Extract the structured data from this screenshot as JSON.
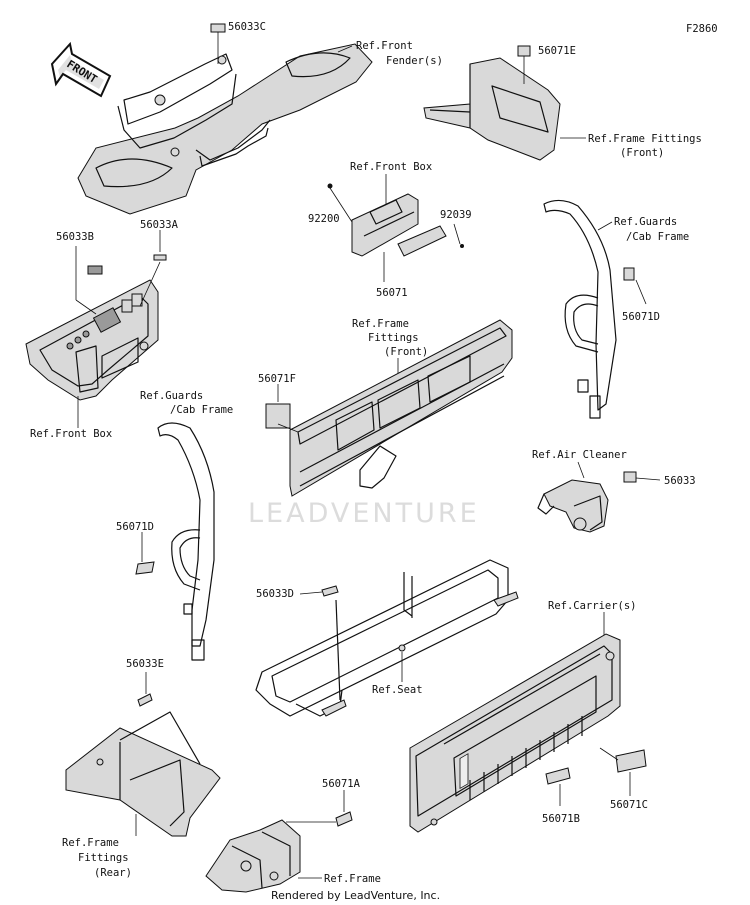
{
  "figure_code": "F2860",
  "front_arrow_text": "FRONT",
  "watermark": "LEADVENTURE",
  "footer": "Rendered by LeadVenture, Inc.",
  "labels": {
    "l_56033C": "56033C",
    "l_ref_front_fender_1": "Ref.Front",
    "l_ref_front_fender_2": "Fender(s)",
    "l_56071E": "56071E",
    "l_ref_frame_front_1a": "Ref.Frame Fittings",
    "l_ref_frame_front_1b": "(Front)",
    "l_ref_front_box_top": "Ref.Front Box",
    "l_92200": "92200",
    "l_92039": "92039",
    "l_56071": "56071",
    "l_56033B": "56033B",
    "l_56033A": "56033A",
    "l_ref_guards_r_1": "Ref.Guards",
    "l_ref_guards_r_2": "/Cab Frame",
    "l_56071D_r": "56071D",
    "l_ref_frame_front_2a": "Ref.Frame",
    "l_ref_frame_front_2b": "Fittings",
    "l_ref_frame_front_2c": "(Front)",
    "l_56071F": "56071F",
    "l_ref_front_box_left": "Ref.Front Box",
    "l_ref_guards_l_1": "Ref.Guards",
    "l_ref_guards_l_2": "/Cab Frame",
    "l_ref_air_cleaner": "Ref.Air Cleaner",
    "l_56033": "56033",
    "l_56071D_l": "56071D",
    "l_56033D": "56033D",
    "l_ref_carriers": "Ref.Carrier(s)",
    "l_ref_seat": "Ref.Seat",
    "l_56033E": "56033E",
    "l_56071A": "56071A",
    "l_ref_frame_rear_1": "Ref.Frame",
    "l_ref_frame_rear_2": "Fittings",
    "l_ref_frame_rear_3": "(Rear)",
    "l_ref_frame_bottom": "Ref.Frame",
    "l_56071B": "56071B",
    "l_56071C": "56071C"
  }
}
